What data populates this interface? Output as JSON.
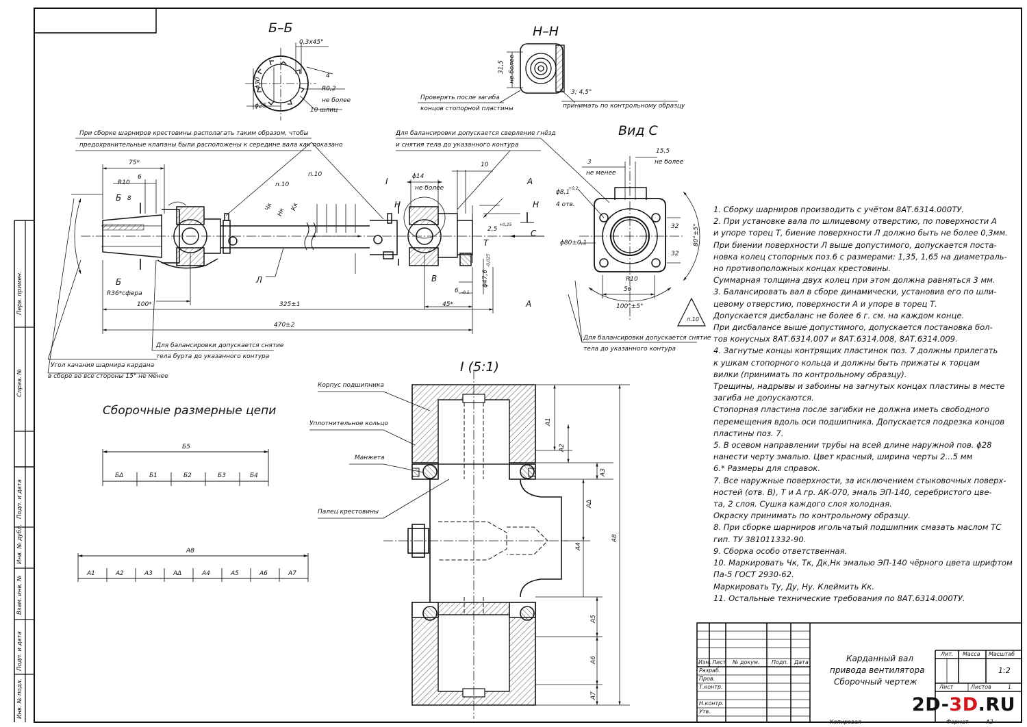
{
  "sections": {
    "bb": "Б–Б",
    "nn": "Н–Н",
    "vid_c": "Вид С",
    "detail": "I (5:1)",
    "chains": "Сборочные размерные цепи"
  },
  "notes_top": {
    "n1a": "При сборке шарниров крестовины располагать таким образом, чтобы",
    "n1b": "предохранительные клапаны были расположены к середине вала как показано",
    "n2a": "Для балансировки допускается сверление гнёзд",
    "n2b": "и снятия тела до указанного контура",
    "n3a": "Проверять после загиба",
    "n3b": "концов стопорной пластины",
    "n4": "принимать по контрольному образцу"
  },
  "notes_bottom": {
    "b1a": "Для балансировки допускается снятие",
    "b1b": "тела бурта до указанного контура",
    "b2a": "Угол качания шарнира кардана",
    "b2b": "в сборе во все стороны 15° не менее",
    "b3a": "Для балансировки допускается снятие",
    "b3b": "тела до указанного контура"
  },
  "dims": {
    "d75": "75*",
    "r10": "R10",
    "d6": "6",
    "d8": "8",
    "r36": "R36*сфера",
    "d100": "100*",
    "d325": "325±1",
    "d470": "470±2",
    "d45": "45*",
    "d14": "ϕ14",
    "ne_bolee": "не более",
    "d10": "10",
    "d25": "2,5",
    "d25tol": "+0,25",
    "d476": "ϕ47,6",
    "d476tol": "-0,025",
    "d6b": "6",
    "d6btol": "-0,1",
    "d81": "ϕ8,1",
    "d81tol": "+0,2",
    "otv4": "4 отв.",
    "d80": "ϕ80±0,1",
    "d32a": "32",
    "d32b": "32",
    "d80b": "80°±5°",
    "d56": "56",
    "r10b": "R10",
    "d100b": "100°±5°",
    "d3": "3",
    "ne_menee": "не менее",
    "d155": "15,5",
    "d155b": "не более",
    "p10": "п.10",
    "p10b": "п.10",
    "p10c": "п.10",
    "bb_045": "0,3x45°",
    "bb_d30": "ϕ30",
    "bb_d25": "ϕ25",
    "bb_4": "4",
    "bb_r02": "R0,2",
    "bb_nb": "не более",
    "bb_10": "10 шлиц",
    "nn_315": "31,5",
    "nn_nb": "не более",
    "nn_345": "3; 4,5°",
    "lbl_A": "А",
    "lbl_A2": "А",
    "lbl_B": "Б",
    "lbl_B2": "Б",
    "lbl_H": "Н",
    "lbl_H2": "Н",
    "lbl_C": "С",
    "lbl_T": "Т",
    "lbl_V": "В",
    "lbl_L": "Л",
    "lbl_I": "I",
    "lbl_chk": "Чк",
    "lbl_nk": "Нк",
    "lbl_kk": "Кк"
  },
  "detail_labels": {
    "l1": "Корпус подшипника",
    "l2": "Уплотнительное кольцо",
    "l3": "Манжета",
    "l4": "Палец крестовины",
    "a1": "А1",
    "a2": "А2",
    "a3": "А3",
    "ad": "АΔ",
    "a4": "А4",
    "a5": "А5",
    "a6": "А6",
    "a7": "А7",
    "a8": "А8"
  },
  "chain_b": {
    "total": "Б5",
    "items": [
      "БΔ",
      "Б1",
      "Б2",
      "Б3",
      "Б4"
    ]
  },
  "chain_a": {
    "total": "А8",
    "items": [
      "А1",
      "А2",
      "А3",
      "АΔ",
      "А4",
      "А5",
      "А6",
      "А7"
    ]
  },
  "requirements": [
    "1. Сборку шарниров производить с учётом 8АТ.6314.000ТУ.",
    "2. При установке вала по шлицевому отверстию, по поверхности А",
    "и упоре торец Т, биение поверхности Л должно быть не более 0,3мм.",
    "При биении поверхности Л выше допустимого, допускается поста-",
    "новка колец стопорных поз.6 с размерами: 1,35, 1,65 на диаметраль-",
    "но противоположных концах крестовины.",
    "Суммарная толщина двух колец при этом должна равняться 3 мм.",
    "3. Балансировать вал в сборе динамически, установив его по шли-",
    "цевому отверстию, поверхности А и упоре в торец Т.",
    "Допускается дисбаланс не более  6  г. см. на каждом конце.",
    "При дисбалансе выше допустимого, допускается постановка бол-",
    "тов конусных 8АТ.6314.007 и 8АТ.6314.008, 8АТ.6314.009.",
    "4. Загнутые концы контрящих пластинок поз. 7 должны прилегать",
    "к ушкам стопорного кольца и должны быть прижаты к торцам",
    "вилки (принимать по контрольному образцу).",
    "Трещины, надрывы и забоины на загнутых концах пластины в месте",
    "загиба не допускаются.",
    "Стопорная пластина после загибки не должна иметь свободного",
    "перемещения вдоль оси подшипника. Допускается подрезка концов",
    "пластины поз. 7.",
    "5. В осевом направлении трубы на всей длине наружной пов. ϕ28",
    "нанести черту эмалью. Цвет красный, ширина черты 2...5 мм",
    "6.* Размеры для справок.",
    "7. Все наружные поверхности, за исключением стыковочных поверх-",
    "ностей (отв. В), Т и А гр. АК-070, эмаль ЭП-140, серебристого цве-",
    "та, 2 слоя. Сушка каждого слоя холодная.",
    "Окраску принимать по контрольному образцу.",
    "8. При сборке шарниров игольчатый подшипник смазать маслом ТС",
    "гип. ТУ 381011332-90.",
    "9. Сборка особо ответственная.",
    "10. Маркировать Чк, Тк, Дк,Нк эмалью ЭП-140 чёрного цвета шрифтом",
    "Па-5 ГОСТ 2930-62.",
    "Маркировать Ту, Ду, Ну. Клеймить Кк.",
    "11. Остальные технические требования по 8АТ.6314.000ТУ."
  ],
  "title_block": {
    "name1": "Карданный вал",
    "name2": "привода вентилятора",
    "name3": "Сборочный чертеж",
    "lit": "Лит.",
    "massa": "Масса",
    "masshtab": "Масштаб",
    "scale": "1:2",
    "list": "Лист",
    "listov": "Листов",
    "listov_val": "1",
    "izm": "Изм.",
    "list2": "Лист",
    "ndok": "№ докум.",
    "podp": "Подп.",
    "data": "Дата",
    "razrab": "Разраб.",
    "prov": "Пров.",
    "tkontr": "Т.контр.",
    "nkontr": "Н.контр.",
    "utv": "Утв.",
    "kopiroval": "Копировал",
    "format": "Формат",
    "format_val": "А2"
  },
  "side_stamp": [
    "Перв. примен.",
    "Справ. №",
    "Подп. и дата",
    "Инв. № дубл.",
    "Взам. инв. №",
    "Подп. и дата",
    "Инв. № подл."
  ],
  "logo": {
    "p1": "2D-",
    "p2": "3D",
    "p3": ".RU"
  }
}
